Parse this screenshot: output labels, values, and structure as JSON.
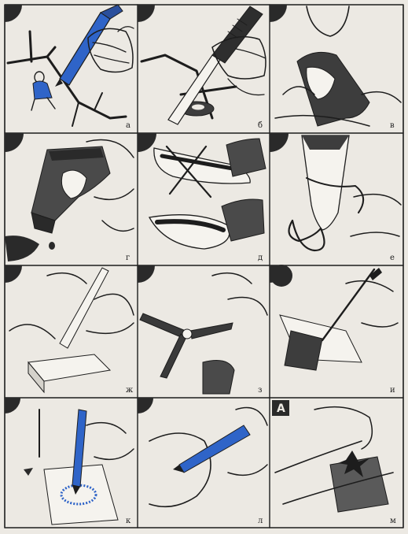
{
  "panels": [
    {
      "letter": "а"
    },
    {
      "letter": "б"
    },
    {
      "letter": "в"
    },
    {
      "letter": "г"
    },
    {
      "letter": "д"
    },
    {
      "letter": "е"
    },
    {
      "letter": "ж"
    },
    {
      "letter": "з"
    },
    {
      "letter": "и"
    },
    {
      "letter": "к"
    },
    {
      "letter": "л"
    },
    {
      "letter": "м"
    }
  ],
  "decal_letter": "A",
  "colors": {
    "ink": "#1d1d1d",
    "paper": "#ece9e3",
    "blue": "#2f64c8",
    "shade": "#3d3d3d"
  }
}
